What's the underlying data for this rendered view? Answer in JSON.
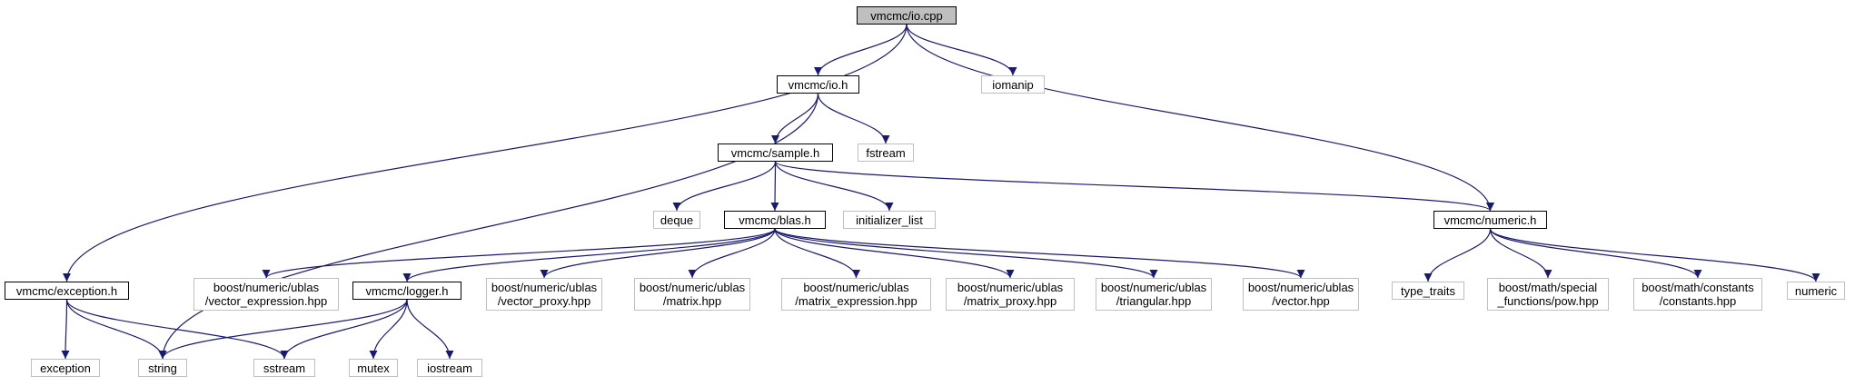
{
  "colors": {
    "edge": "#191970",
    "local_border": "#000000",
    "system_border": "#bfbfbf",
    "root_fill": "#bfbfbf"
  },
  "nodes": {
    "io_cpp": "vmcmc/io.cpp",
    "io_h": "vmcmc/io.h",
    "iomanip": "iomanip",
    "sample_h": "vmcmc/sample.h",
    "fstream": "fstream",
    "deque": "deque",
    "blas_h": "vmcmc/blas.h",
    "initializer_list": "initializer_list",
    "numeric_h": "vmcmc/numeric.h",
    "exception_h": "vmcmc/exception.h",
    "vector_expression": "boost/numeric/ublas\n/vector_expression.hpp",
    "logger_h": "vmcmc/logger.h",
    "vector_proxy": "boost/numeric/ublas\n/vector_proxy.hpp",
    "matrix": "boost/numeric/ublas\n/matrix.hpp",
    "matrix_expression": "boost/numeric/ublas\n/matrix_expression.hpp",
    "matrix_proxy": "boost/numeric/ublas\n/matrix_proxy.hpp",
    "triangular": "boost/numeric/ublas\n/triangular.hpp",
    "vector": "boost/numeric/ublas\n/vector.hpp",
    "type_traits": "type_traits",
    "pow": "boost/math/special\n_functions/pow.hpp",
    "constants": "boost/math/constants\n/constants.hpp",
    "numeric": "numeric",
    "exception": "exception",
    "string": "string",
    "sstream": "sstream",
    "mutex": "mutex",
    "iostream": "iostream"
  },
  "edges": [
    [
      "io_cpp",
      "io_h"
    ],
    [
      "io_cpp",
      "iomanip"
    ],
    [
      "io_cpp",
      "exception_h"
    ],
    [
      "io_cpp",
      "numeric_h"
    ],
    [
      "io_h",
      "sample_h"
    ],
    [
      "io_h",
      "fstream"
    ],
    [
      "io_h",
      "string"
    ],
    [
      "sample_h",
      "deque"
    ],
    [
      "sample_h",
      "blas_h"
    ],
    [
      "sample_h",
      "initializer_list"
    ],
    [
      "sample_h",
      "numeric_h"
    ],
    [
      "blas_h",
      "vector_expression"
    ],
    [
      "blas_h",
      "logger_h"
    ],
    [
      "blas_h",
      "vector_proxy"
    ],
    [
      "blas_h",
      "matrix"
    ],
    [
      "blas_h",
      "matrix_expression"
    ],
    [
      "blas_h",
      "matrix_proxy"
    ],
    [
      "blas_h",
      "triangular"
    ],
    [
      "blas_h",
      "vector"
    ],
    [
      "numeric_h",
      "type_traits"
    ],
    [
      "numeric_h",
      "pow"
    ],
    [
      "numeric_h",
      "constants"
    ],
    [
      "numeric_h",
      "numeric"
    ],
    [
      "exception_h",
      "exception"
    ],
    [
      "exception_h",
      "string"
    ],
    [
      "exception_h",
      "sstream"
    ],
    [
      "logger_h",
      "string"
    ],
    [
      "logger_h",
      "sstream"
    ],
    [
      "logger_h",
      "mutex"
    ],
    [
      "logger_h",
      "iostream"
    ]
  ]
}
